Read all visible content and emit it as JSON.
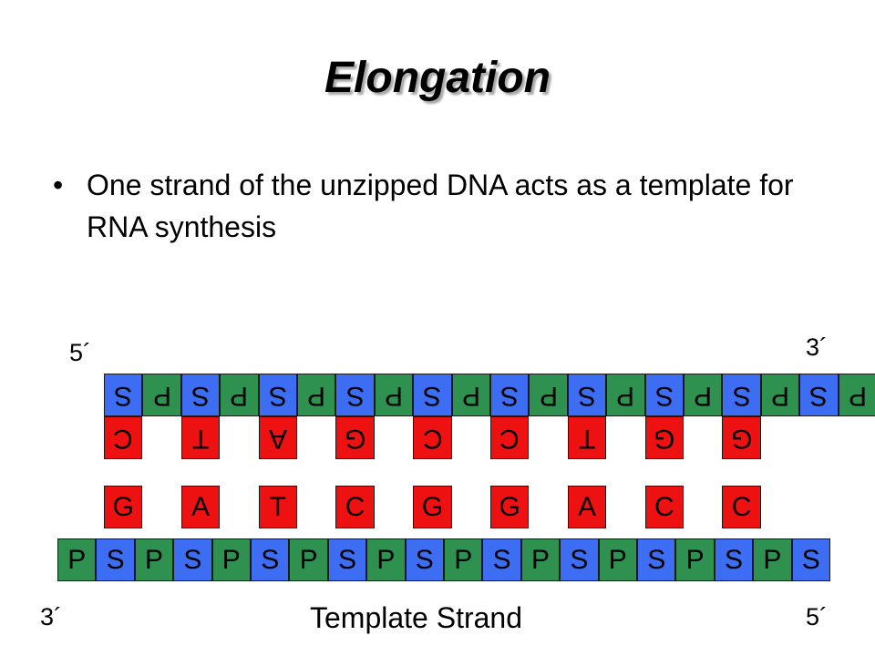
{
  "title": "Elongation",
  "bullet": {
    "marker": "•",
    "text": "One strand of the unzipped DNA acts as a template for RNA synthesis"
  },
  "colors": {
    "sugar": "#3d6df2",
    "phosphate": "#2e9150",
    "base": "#ee1111"
  },
  "top_strand": {
    "backbone": [
      "S",
      "P",
      "S",
      "P",
      "S",
      "P",
      "S",
      "P",
      "S",
      "P",
      "S",
      "P",
      "S",
      "P",
      "S",
      "P",
      "S",
      "P",
      "S",
      "P"
    ],
    "bases": [
      "C",
      "T",
      "A",
      "G",
      "C",
      "C",
      "T",
      "G",
      "G"
    ]
  },
  "template_strand": {
    "bases": [
      "G",
      "A",
      "T",
      "C",
      "G",
      "G",
      "A",
      "C",
      "C"
    ],
    "backbone": [
      "P",
      "S",
      "P",
      "S",
      "P",
      "S",
      "P",
      "S",
      "P",
      "S",
      "P",
      "S",
      "P",
      "S",
      "P",
      "S",
      "P",
      "S",
      "P",
      "S"
    ],
    "label": "Template Strand"
  },
  "ends": {
    "top_left": "5´",
    "top_right": "3´",
    "bottom_left": "3´",
    "bottom_right": "5´"
  }
}
